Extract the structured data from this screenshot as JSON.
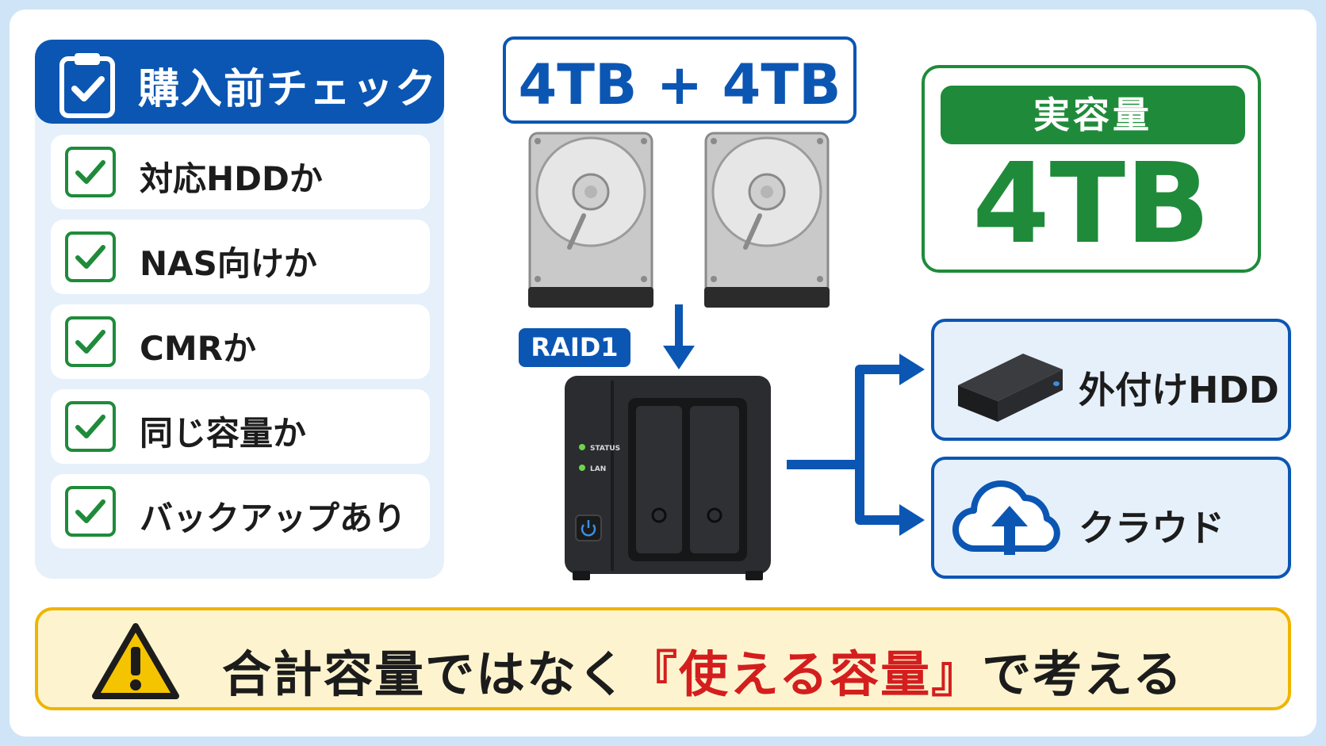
{
  "checklist": {
    "title": "購入前チェック",
    "items": [
      {
        "label": "対応HDDか"
      },
      {
        "label": "NAS向けか"
      },
      {
        "label": "CMRか"
      },
      {
        "label": "同じ容量か"
      },
      {
        "label": "バックアップあり"
      }
    ]
  },
  "drives": {
    "capacity_label": "4TB + 4TB",
    "raid_badge": "RAID1"
  },
  "nas": {
    "led_status": "STATUS",
    "led_lan": "LAN"
  },
  "result": {
    "header": "実容量",
    "value": "4TB"
  },
  "destinations": [
    {
      "label": "外付けHDD",
      "icon": "external-hdd-icon"
    },
    {
      "label": "クラウド",
      "icon": "cloud-upload-icon"
    }
  ],
  "banner": {
    "prefix": "合計容量ではなく",
    "highlight": "『使える容量』",
    "suffix": "で考える"
  },
  "colors": {
    "primary_blue": "#0b56b3",
    "green": "#1f8b3a",
    "warning_yellow": "#f0b400",
    "highlight_red": "#d41e1e",
    "panel_light_blue": "#e6f0fb"
  }
}
